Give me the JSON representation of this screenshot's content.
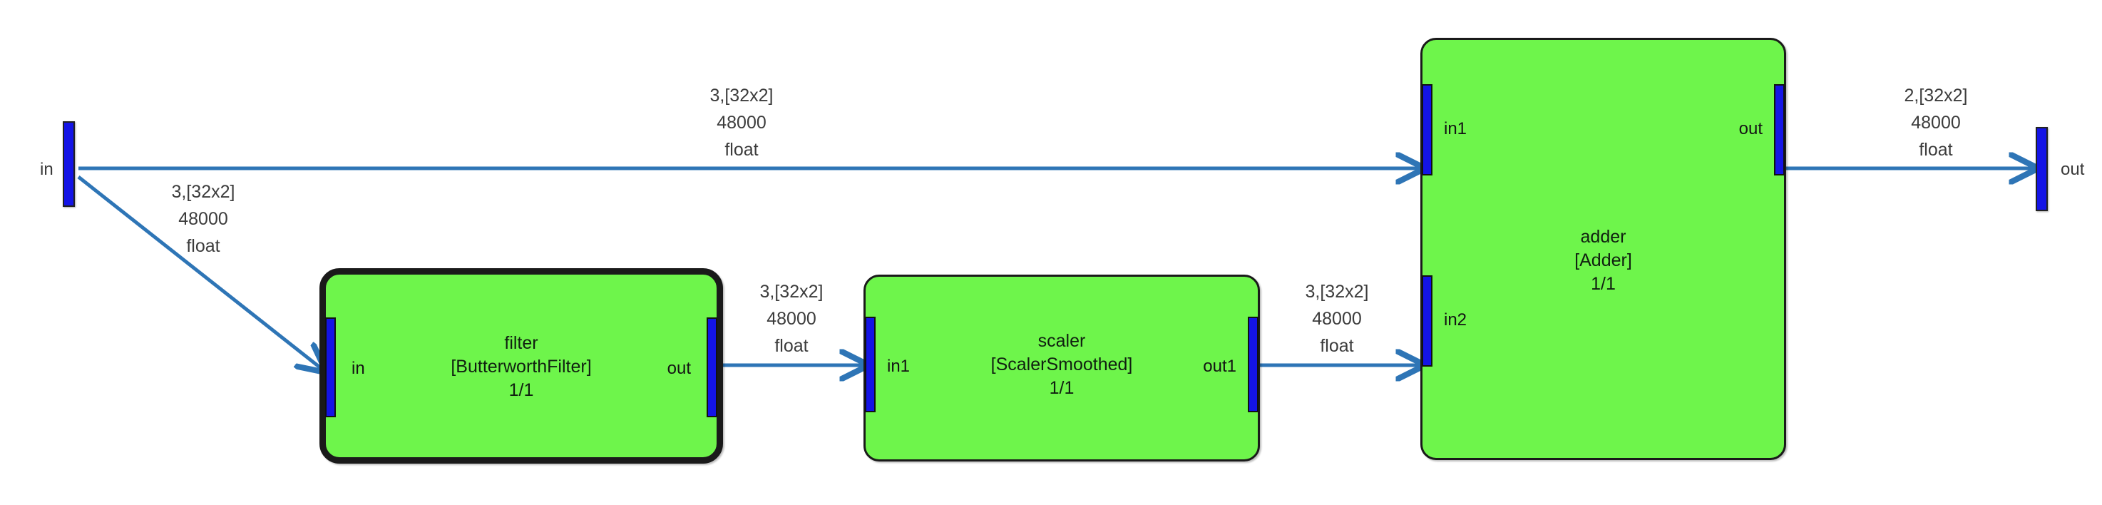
{
  "diagram": {
    "type": "dataflow-graph",
    "background": "#ffffff",
    "node_fill": "#6EF54B",
    "node_border": "#1a1a1a",
    "port_fill": "#1414E6",
    "edge_color": "#2E75B6"
  },
  "boundary_ports": [
    {
      "id": "graph-in",
      "label": "in"
    },
    {
      "id": "graph-out",
      "label": "out"
    }
  ],
  "nodes": [
    {
      "id": "filter",
      "name": "filter",
      "type": "[ButterworthFilter]",
      "ratio": "1/1",
      "selected": true,
      "inputs": [
        {
          "label": "in"
        }
      ],
      "outputs": [
        {
          "label": "out"
        }
      ]
    },
    {
      "id": "scaler",
      "name": "scaler",
      "type": "[ScalerSmoothed]",
      "ratio": "1/1",
      "selected": false,
      "inputs": [
        {
          "label": "in1"
        }
      ],
      "outputs": [
        {
          "label": "out1"
        }
      ]
    },
    {
      "id": "adder",
      "name": "adder",
      "type": "[Adder]",
      "ratio": "1/1",
      "selected": false,
      "inputs": [
        {
          "label": "in1"
        },
        {
          "label": "in2"
        }
      ],
      "outputs": [
        {
          "label": "out"
        }
      ]
    }
  ],
  "edges": [
    {
      "id": "edge-in-to-adder-in1",
      "from": "graph-in",
      "to": "adder.in1",
      "label": {
        "line1": "3,[32x2]",
        "line2": "48000",
        "line3": "float"
      }
    },
    {
      "id": "edge-in-to-filter-in",
      "from": "graph-in",
      "to": "filter.in",
      "label": {
        "line1": "3,[32x2]",
        "line2": "48000",
        "line3": "float"
      }
    },
    {
      "id": "edge-filter-out-to-scaler-in1",
      "from": "filter.out",
      "to": "scaler.in1",
      "label": {
        "line1": "3,[32x2]",
        "line2": "48000",
        "line3": "float"
      }
    },
    {
      "id": "edge-scaler-out1-to-adder-in2",
      "from": "scaler.out1",
      "to": "adder.in2",
      "label": {
        "line1": "3,[32x2]",
        "line2": "48000",
        "line3": "float"
      }
    },
    {
      "id": "edge-adder-out-to-graph-out",
      "from": "adder.out",
      "to": "graph-out",
      "label": {
        "line1": "2,[32x2]",
        "line2": "48000",
        "line3": "float"
      }
    }
  ]
}
